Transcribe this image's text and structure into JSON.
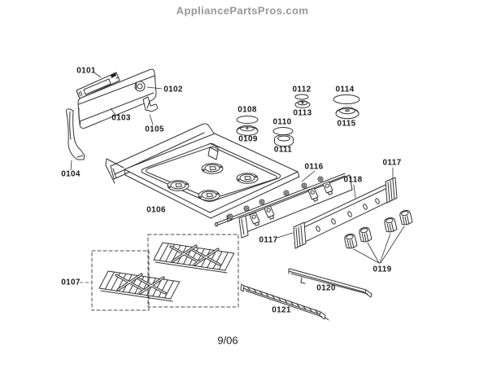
{
  "header": {
    "site": "AppliancePartsPros.com"
  },
  "footer": {
    "date": "9/06"
  },
  "diagram": {
    "type": "exploded-parts-diagram",
    "subject": "gas range cooktop assembly",
    "callouts": [
      {
        "label": "0101"
      },
      {
        "label": "0102"
      },
      {
        "label": "0103"
      },
      {
        "label": "0104"
      },
      {
        "label": "0105"
      },
      {
        "label": "0106"
      },
      {
        "label": "0107"
      },
      {
        "label": "0108"
      },
      {
        "label": "0109"
      },
      {
        "label": "0110"
      },
      {
        "label": "0111"
      },
      {
        "label": "0112"
      },
      {
        "label": "0113"
      },
      {
        "label": "0114"
      },
      {
        "label": "0115"
      },
      {
        "label": "0116"
      },
      {
        "label": "0117"
      },
      {
        "label": "0118"
      },
      {
        "label": "0117"
      },
      {
        "label": "0119"
      },
      {
        "label": "0120"
      },
      {
        "label": "0121"
      }
    ]
  }
}
